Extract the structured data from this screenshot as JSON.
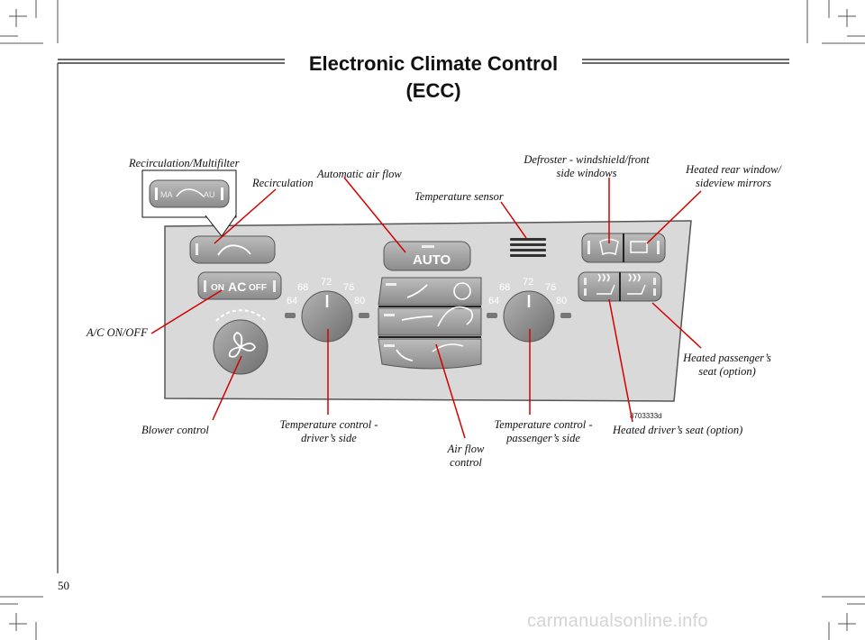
{
  "title": "Electronic Climate Control (ECC)",
  "page_number": "50",
  "watermark": "carmanualsonline.info",
  "figure_code": "8703333d",
  "labels": {
    "recirc_multifilter": "Recirculation/Multifilter",
    "recirculation": "Recirculation",
    "automatic_air_flow": "Automatic air flow",
    "temperature_sensor": "Temperature sensor",
    "defroster_line1": "Defroster - windshield/front",
    "defroster_line2": "side windows",
    "heated_rear_line1": "Heated rear window/",
    "heated_rear_line2": "sideview mirrors",
    "ac_on_off": "A/C ON/OFF",
    "heated_passenger_line1": "Heated passenger’s",
    "heated_passenger_line2": "seat (option)",
    "blower_control": "Blower control",
    "temp_driver_line1": "Temperature control -",
    "temp_driver_line2": "driver’s side",
    "air_flow_line1": "Air flow",
    "air_flow_line2": "control",
    "temp_passenger_line1": "Temperature control -",
    "temp_passenger_line2": "passenger’s side",
    "heated_driver": "Heated driver’s seat (option)"
  },
  "panel": {
    "auto_button": "AUTO",
    "ac_on": "ON",
    "ac": "AC",
    "ac_off": "OFF",
    "inset_left": "MA",
    "inset_right": "AU",
    "temp_scale": [
      "64",
      "68",
      "72",
      "76",
      "80"
    ]
  },
  "colors": {
    "panel": "#d9d9d9",
    "button": "#9a9a9a",
    "knob": "#8a8a8a",
    "ink": "#111111"
  }
}
